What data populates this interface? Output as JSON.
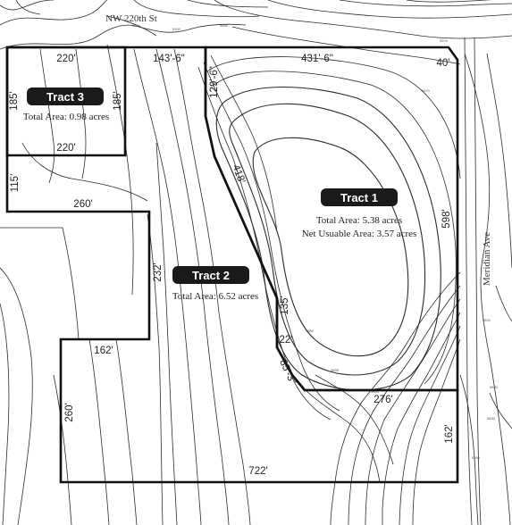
{
  "roads": {
    "north": "NW 220th St",
    "east": "Meridian Ave"
  },
  "tracts": [
    {
      "name": "Tract 1",
      "total_area": "Total Area: 5.38 acres",
      "net_area": "Net Usuable Area: 3.57 acres"
    },
    {
      "name": "Tract 2",
      "total_area": "Total Area: 6.52 acres"
    },
    {
      "name": "Tract 3",
      "total_area": "Total Area: 0.98 acres"
    }
  ],
  "dimensions": {
    "t3_top": "220'",
    "t3_bottom": "220'",
    "t3_left": "185'",
    "t3_right": "185'",
    "t2_top": "143'-6\"",
    "t1_top": "431'-6\"",
    "t1_corner": "40'",
    "t1_west_top": "129'-6\"",
    "t1_diag": "418'",
    "t1_east": "598'",
    "t2_left_upper": "115'",
    "t2_mid": "260'",
    "t2_inner": "232'",
    "t1_step_v": "135'",
    "t1_step_h": "22'",
    "t1_diag2": "85'-3\"",
    "t2_step": "162'",
    "t2_left_lower": "260'",
    "t1_south": "276'",
    "t1_se": "162'",
    "t2_bottom": "722'"
  },
  "contour_labels": [
    "5910",
    "5900",
    "5890",
    "5870",
    "5855",
    "5860",
    "5840",
    "5820",
    "5880",
    "5850",
    "5830",
    "5970"
  ]
}
